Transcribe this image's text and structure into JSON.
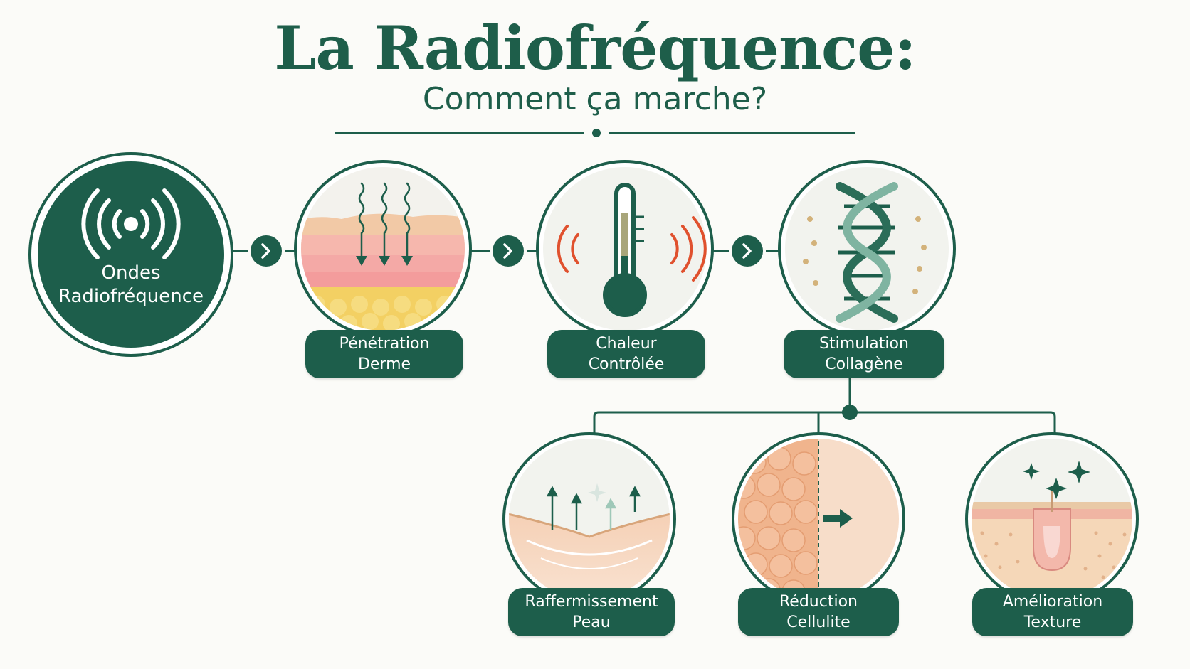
{
  "header": {
    "title": "La Radiofréquence:",
    "subtitle": "Comment ça marche?"
  },
  "colors": {
    "primary": "#1d5e4b",
    "background": "#fbfbf8",
    "circle_fill": "#f2f3ee",
    "heat": "#e0512e",
    "skin": "#f4c7a8",
    "fat": "#f2cd5c"
  },
  "steps": [
    {
      "line1": "Ondes",
      "line2": "Radiofréquence",
      "icon": "radio-waves-icon"
    },
    {
      "line1": "Pénétration",
      "line2": "Derme",
      "icon": "skin-layers-icon"
    },
    {
      "line1": "Chaleur",
      "line2": "Contrôlée",
      "icon": "thermometer-icon"
    },
    {
      "line1": "Stimulation",
      "line2": "Collagène",
      "icon": "dna-icon"
    }
  ],
  "results": [
    {
      "line1": "Raffermissement",
      "line2": "Peau",
      "icon": "skin-lift-icon"
    },
    {
      "line1": "Réduction",
      "line2": "Cellulite",
      "icon": "cellulite-icon"
    },
    {
      "line1": "Amélioration",
      "line2": "Texture",
      "icon": "skin-texture-icon"
    }
  ],
  "connector_icon": "chevron-right-icon"
}
